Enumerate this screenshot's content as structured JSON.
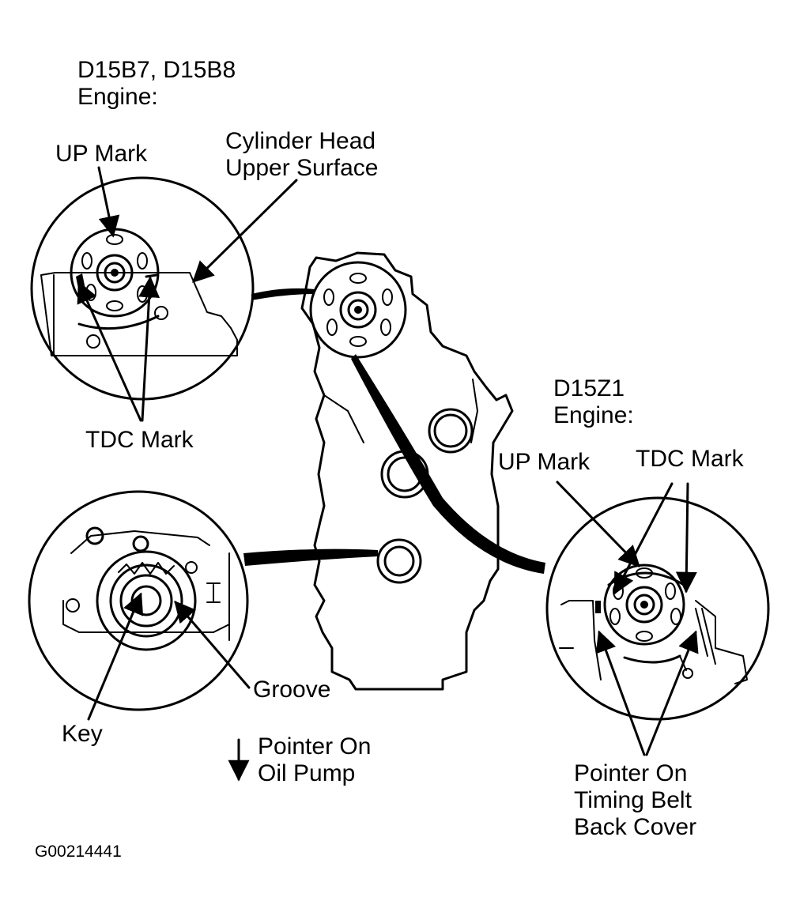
{
  "labels": {
    "d15b_engine_line1": "D15B7, D15B8",
    "d15b_engine_line2": "Engine:",
    "up_mark_left": "UP Mark",
    "cylinder_head_line1": "Cylinder Head",
    "cylinder_head_line2": "Upper Surface",
    "tdc_mark_left": "TDC Mark",
    "d15z1_engine_line1": "D15Z1",
    "d15z1_engine_line2": "Engine:",
    "up_mark_right": "UP Mark",
    "tdc_mark_right": "TDC Mark",
    "groove": "Groove",
    "key": "Key",
    "pointer_oil_line1": "Pointer On",
    "pointer_oil_line2": "Oil Pump",
    "pointer_belt_line1": "Pointer On",
    "pointer_belt_line2": "Timing Belt",
    "pointer_belt_line3": "Back Cover",
    "figure_code": "G00214441"
  },
  "colors": {
    "ink": "#000000",
    "paper": "#ffffff"
  }
}
